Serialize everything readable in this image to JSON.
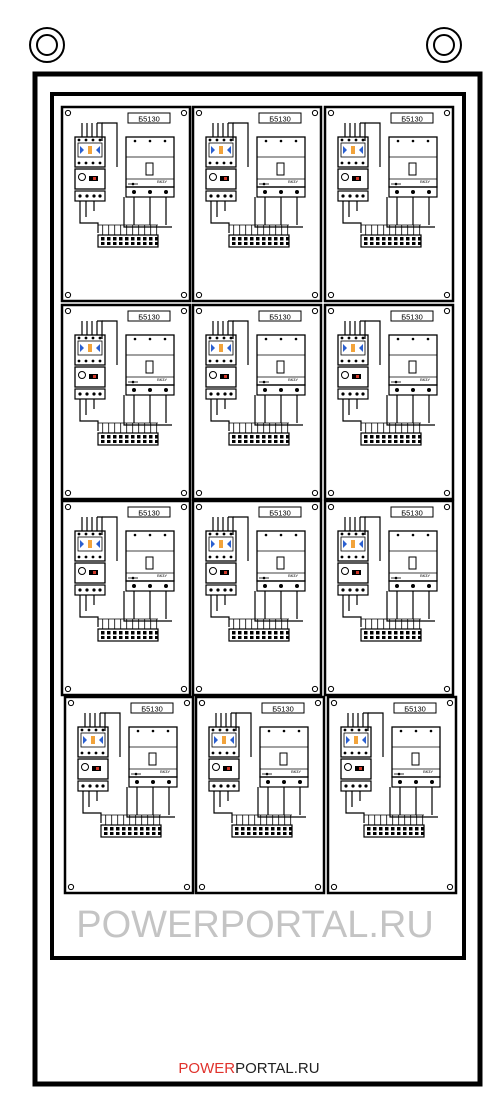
{
  "diagram": {
    "breaker_label": "Б5130",
    "relay_label": "ВК3У",
    "watermark": "POWERPORTAL.RU",
    "footer": {
      "red": "POWER",
      "dark": "PORTAL.RU",
      "red_color": "#e0322c",
      "dark_color": "#222222"
    },
    "watermark_color": "#c4c4c4",
    "modules": {
      "rows": 4,
      "columns": 3
    }
  }
}
